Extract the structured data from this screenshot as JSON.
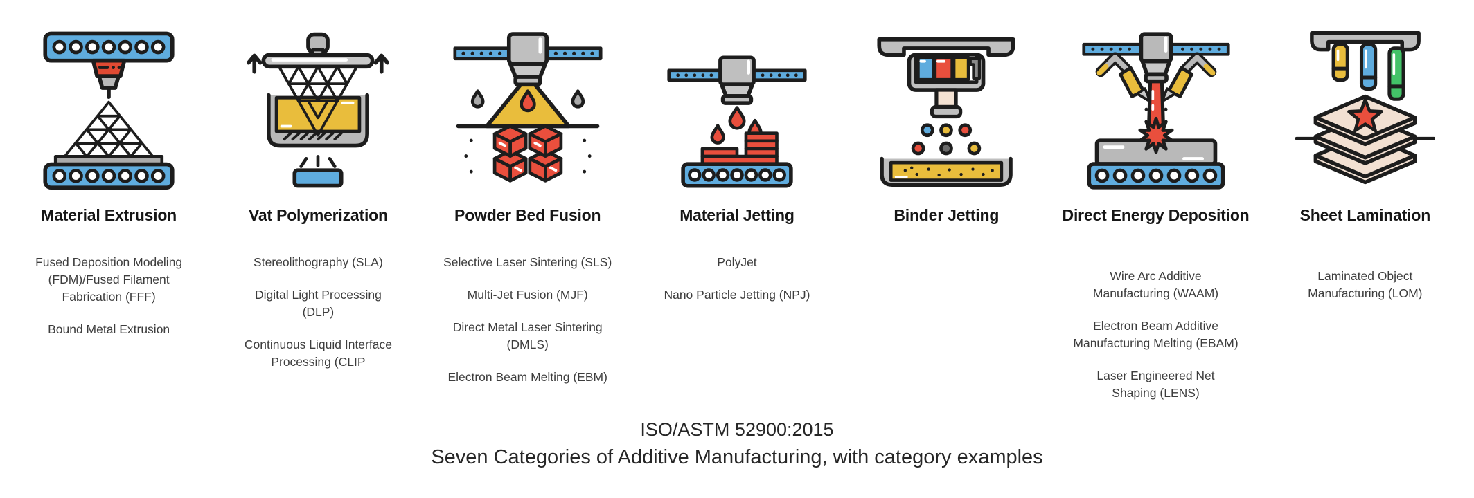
{
  "palette": {
    "blue": "#5FACDE",
    "yellow": "#E9BD3C",
    "red": "#E94F3D",
    "gray": "#B9B9B9",
    "light_gray": "#C9C9C9",
    "beige": "#F2E0D2",
    "green": "#43C268",
    "outline": "#1D1D1D"
  },
  "categories": [
    {
      "name": "Material Extrusion",
      "icon": "material-extrusion-icon",
      "examples": [
        "Fused Deposition Modeling\n(FDM)/Fused Filament\nFabrication (FFF)",
        "Bound Metal Extrusion"
      ]
    },
    {
      "name": "Vat Polymerization",
      "icon": "vat-polymerization-icon",
      "examples": [
        "Stereolithography (SLA)",
        "Digital Light Processing\n(DLP)",
        "Continuous Liquid Interface\nProcessing (CLIP"
      ]
    },
    {
      "name": "Powder Bed Fusion",
      "icon": "powder-bed-fusion-icon",
      "examples": [
        "Selective Laser Sintering (SLS)",
        "Multi-Jet Fusion (MJF)",
        "Direct Metal Laser Sintering\n(DMLS)",
        "Electron Beam Melting (EBM)"
      ]
    },
    {
      "name": "Material Jetting",
      "icon": "material-jetting-icon",
      "examples": [
        "PolyJet",
        "Nano Particle Jetting (NPJ)"
      ]
    },
    {
      "name": "Binder Jetting",
      "icon": "binder-jetting-icon",
      "examples": []
    },
    {
      "name": "Direct Energy Deposition",
      "icon": "direct-energy-deposition-icon",
      "examples": [
        "Wire Arc Additive\nManufacturing (WAAM)",
        "Electron Beam Additive\nManufacturing Melting (EBAM)",
        "Laser Engineered Net\nShaping (LENS)"
      ]
    },
    {
      "name": "Sheet Lamination",
      "icon": "sheet-lamination-icon",
      "examples": [
        "Laminated Object\nManufacturing (LOM)"
      ]
    }
  ],
  "caption": {
    "line1": "ISO/ASTM 52900:2015",
    "line2": "Seven Categories of Additive Manufacturing, with category examples"
  }
}
